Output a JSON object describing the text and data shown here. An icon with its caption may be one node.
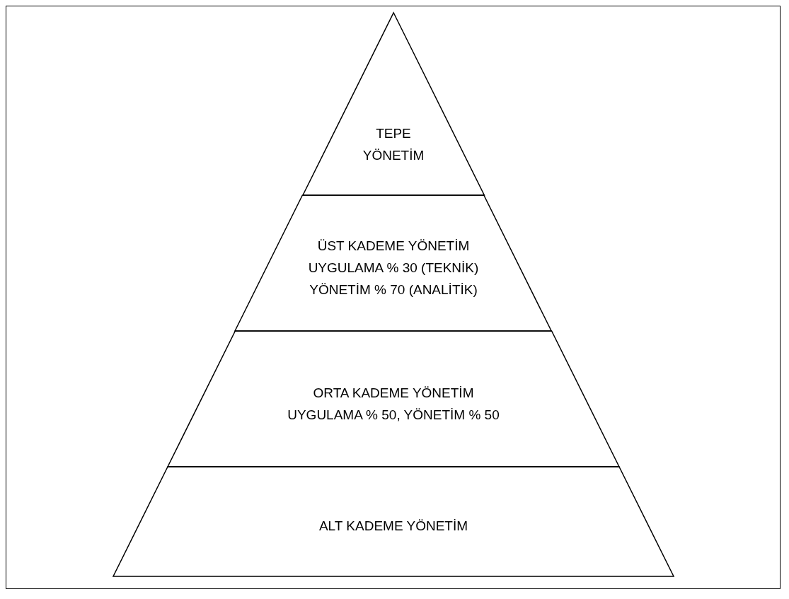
{
  "diagram": {
    "nodes": [
      {
        "text": [
          "TEPE YÖNETİM"
        ]
      },
      {
        "text": [
          "ÜST KADEME YÖNETİM",
          "UYGULAMA % 30 (TEKNİK)",
          "YÖNETİM % 70 (ANALİTİK)"
        ]
      },
      {
        "text": [
          "ORTA KADEME YÖNETİM",
          "UYGULAMA % 50, YÖNETİM % 50"
        ]
      },
      {
        "text": [
          "ALT KADEME YÖNETİM"
        ]
      }
    ]
  }
}
